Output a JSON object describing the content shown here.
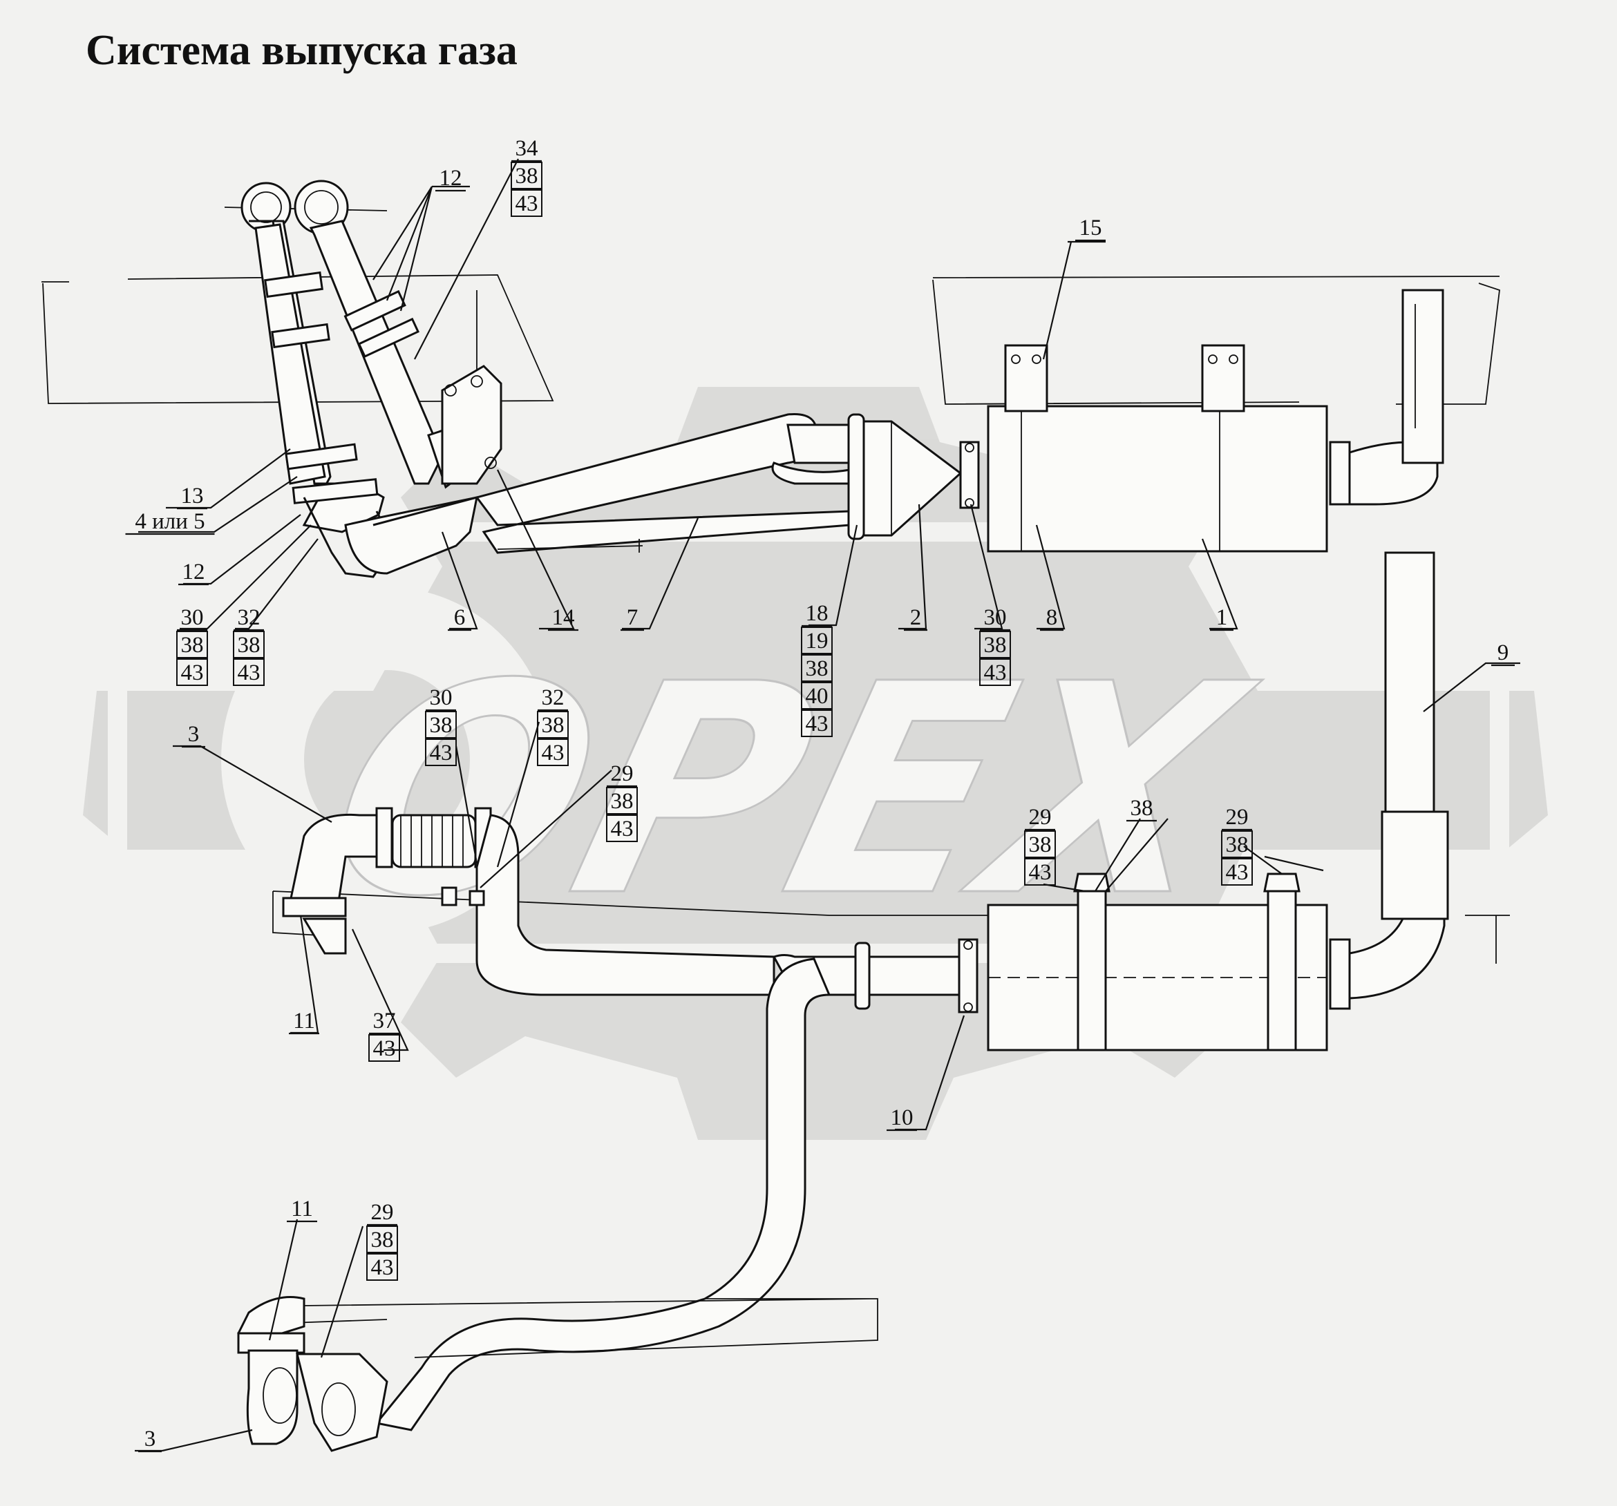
{
  "title": "Система выпуска газа",
  "watermark": {
    "text": "OPEX",
    "color": "#cfcfcf"
  },
  "colors": {
    "background": "#f2f2f0",
    "lines": "#111111"
  },
  "callouts": [
    {
      "id": "c1",
      "lines": [
        "15"
      ]
    },
    {
      "id": "c2",
      "lines": [
        "12"
      ]
    },
    {
      "id": "c3",
      "lines": [
        "34",
        "38",
        "43"
      ]
    },
    {
      "id": "c4",
      "lines": [
        "13"
      ]
    },
    {
      "id": "c5",
      "lines": [
        "4 или 5"
      ]
    },
    {
      "id": "c6",
      "lines": [
        "12"
      ]
    },
    {
      "id": "c7",
      "lines": [
        "30",
        "38",
        "43"
      ]
    },
    {
      "id": "c8",
      "lines": [
        "32",
        "38",
        "43"
      ]
    },
    {
      "id": "c9",
      "lines": [
        "6"
      ]
    },
    {
      "id": "c10",
      "lines": [
        "14"
      ]
    },
    {
      "id": "c11",
      "lines": [
        "7"
      ]
    },
    {
      "id": "c12",
      "lines": [
        "18",
        "19",
        "38",
        "40",
        "43"
      ]
    },
    {
      "id": "c13",
      "lines": [
        "2"
      ]
    },
    {
      "id": "c14",
      "lines": [
        "30",
        "38",
        "43"
      ]
    },
    {
      "id": "c15",
      "lines": [
        "8"
      ]
    },
    {
      "id": "c16",
      "lines": [
        "1"
      ]
    },
    {
      "id": "c17",
      "lines": [
        "9"
      ]
    },
    {
      "id": "c18",
      "lines": [
        "3"
      ]
    },
    {
      "id": "c19",
      "lines": [
        "30",
        "38",
        "43"
      ]
    },
    {
      "id": "c20",
      "lines": [
        "32",
        "38",
        "43"
      ]
    },
    {
      "id": "c21",
      "lines": [
        "29",
        "38",
        "43"
      ]
    },
    {
      "id": "c22",
      "lines": [
        "29",
        "38",
        "43"
      ]
    },
    {
      "id": "c23",
      "lines": [
        "38"
      ]
    },
    {
      "id": "c24",
      "lines": [
        "29",
        "38",
        "43"
      ]
    },
    {
      "id": "c25",
      "lines": [
        "11"
      ]
    },
    {
      "id": "c26",
      "lines": [
        "37",
        "43"
      ]
    },
    {
      "id": "c27",
      "lines": [
        "10"
      ]
    },
    {
      "id": "c28",
      "lines": [
        "11"
      ]
    },
    {
      "id": "c29",
      "lines": [
        "29",
        "38",
        "43"
      ]
    },
    {
      "id": "c30",
      "lines": [
        "3"
      ]
    }
  ]
}
